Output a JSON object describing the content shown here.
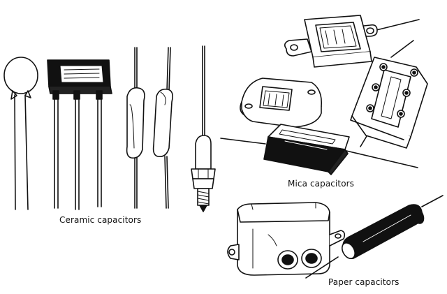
{
  "labels": {
    "ceramic": "Ceramic capacitors",
    "mica": "Mica capacitors",
    "paper": "Paper capacitors"
  }
}
